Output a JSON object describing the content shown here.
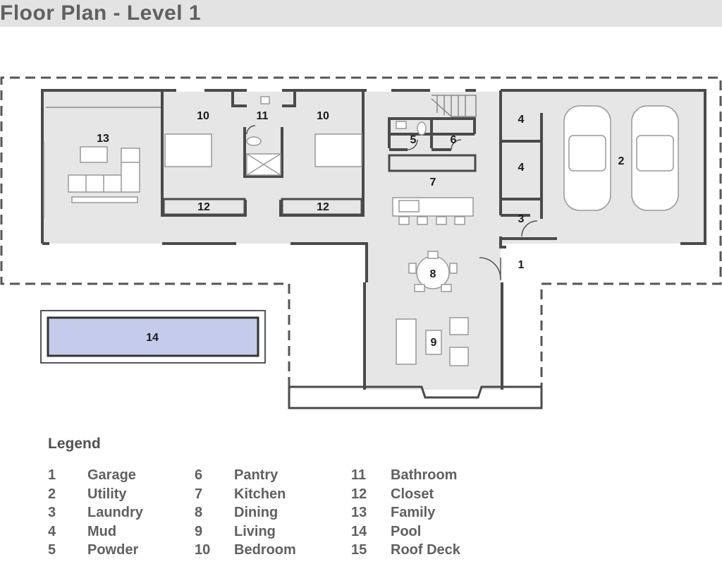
{
  "title": "Floor Plan - Level 1",
  "legend": {
    "title": "Legend",
    "items": [
      {
        "num": "1",
        "name": "Garage"
      },
      {
        "num": "2",
        "name": "Utility"
      },
      {
        "num": "3",
        "name": "Laundry"
      },
      {
        "num": "4",
        "name": "Mud"
      },
      {
        "num": "5",
        "name": "Powder"
      },
      {
        "num": "6",
        "name": "Pantry"
      },
      {
        "num": "7",
        "name": "Kitchen"
      },
      {
        "num": "8",
        "name": "Dining"
      },
      {
        "num": "9",
        "name": "Living"
      },
      {
        "num": "10",
        "name": "Bedroom"
      },
      {
        "num": "11",
        "name": "Bathroom"
      },
      {
        "num": "12",
        "name": "Closet"
      },
      {
        "num": "13",
        "name": "Family"
      },
      {
        "num": "14",
        "name": "Pool"
      },
      {
        "num": "15",
        "name": "Roof Deck"
      }
    ]
  },
  "plan_labels": {
    "family": "13",
    "bedroom_left": "10",
    "bathroom": "11",
    "bedroom_right": "10",
    "closet_left": "12",
    "closet_right": "12",
    "powder": "5",
    "pantry": "6",
    "kitchen": "7",
    "mud_top": "4",
    "mud_bottom": "4",
    "laundry": "3",
    "utility": "2",
    "garage": "1",
    "dining": "8",
    "living": "9",
    "pool": "14"
  },
  "colors": {
    "floor": "#e6e6e6",
    "wall": "#4a4a4a",
    "pool": "#c5cceb",
    "title_bar": "#e3e3e3",
    "text": "#606060"
  }
}
